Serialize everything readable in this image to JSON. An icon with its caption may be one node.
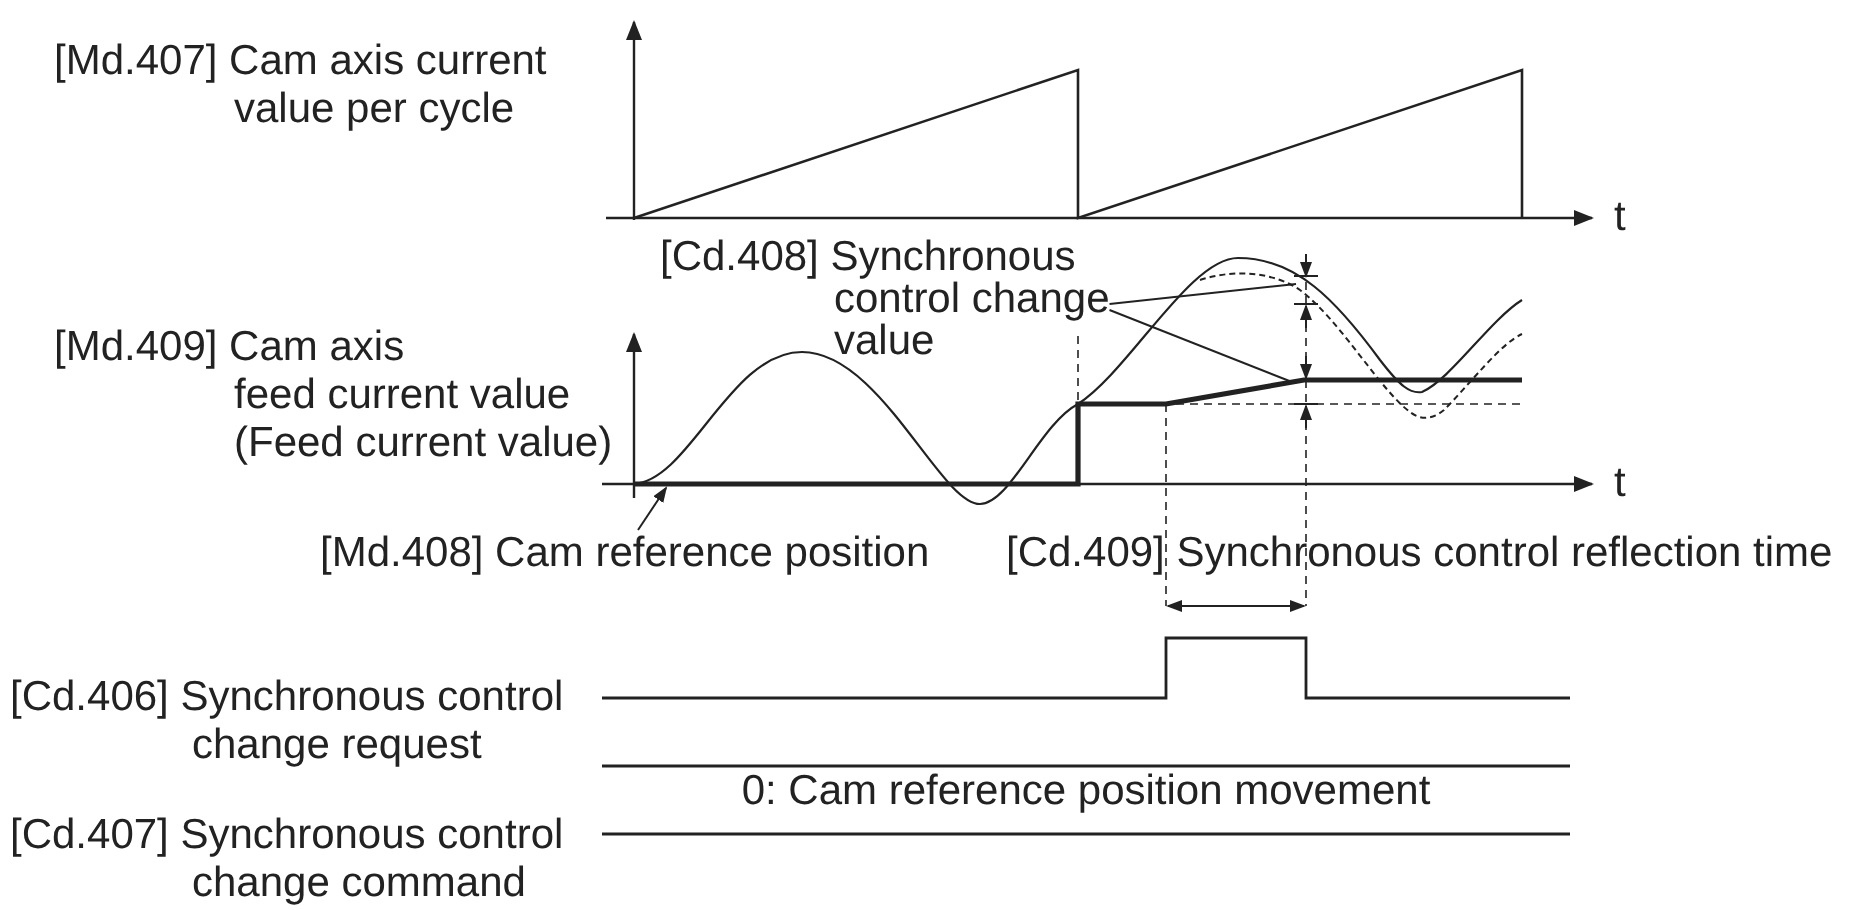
{
  "diagram": {
    "nodes": [
      {
        "text": [
          "[Cd.408] Synchronous control change value"
        ]
      },
      {
        "text": [
          "[Md.408] Cam reference position"
        ]
      }
    ],
    "edges": [
      {
        "from": 0,
        "to": null,
        "arrow": "none"
      },
      {
        "from": 0,
        "to": null,
        "arrow": "none"
      },
      {
        "from": 1,
        "to": null,
        "arrow": "to"
      }
    ],
    "labels": [
      "[Md.407] Cam axis current value per cycle",
      "t",
      "[Md.409] Cam axis feed current value (Feed current value)",
      "t",
      "[Cd.409] Synchronous control reflection time",
      "[Cd.406] Synchronous control change request",
      "0: Cam reference position movement",
      "[Cd.407] Synchronous control change command"
    ]
  }
}
